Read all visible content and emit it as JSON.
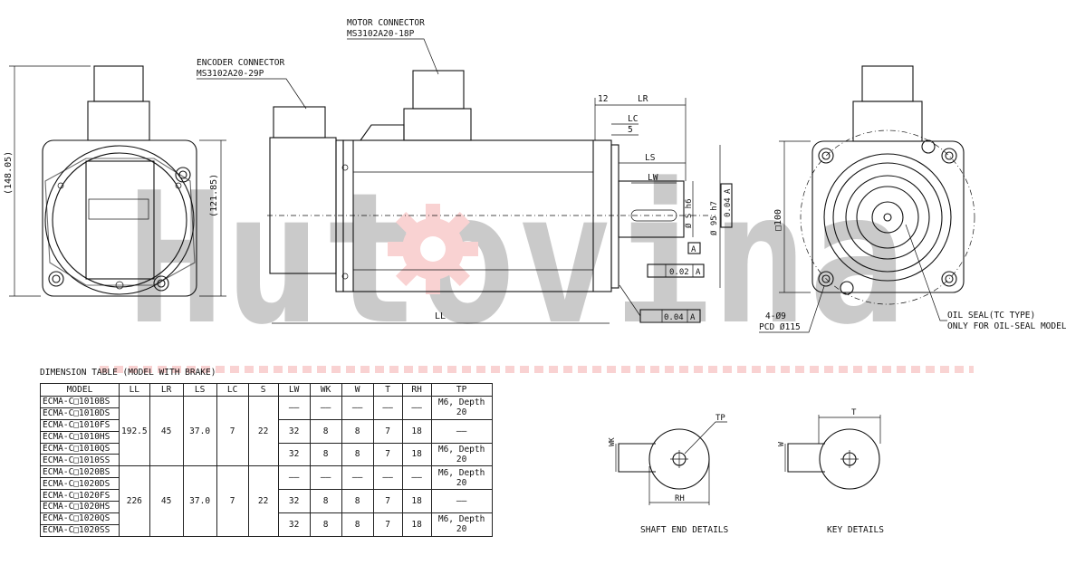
{
  "watermark": {
    "text": "Hutovina",
    "color": "#3346d6",
    "gear_color": "#e53935",
    "dash_color": "#e53935"
  },
  "labels": {
    "motor_connector": "MOTOR CONNECTOR",
    "motor_connector_model": "MS3102A20-18P",
    "encoder_connector": "ENCODER CONNECTOR",
    "encoder_connector_model": "MS3102A20-29P",
    "dim_total_height": "(148.05)",
    "dim_mount_height": "(121.85)",
    "dim_12": "12",
    "dim_lr": "LR",
    "dim_lc": "LC",
    "dim_5": "5",
    "dim_ls": "LS",
    "dim_lw": "LW",
    "dim_shaft": "Ø S h6",
    "dim_pilot": "Ø 95 h7",
    "tol_runout": "0.04",
    "datum_a": "A",
    "tol_flat": "0.02",
    "tol_perp": "0.04",
    "dim_ll": "LL",
    "dim_square": "□100",
    "holes": "4-Ø9",
    "pcd": "PCD Ø115",
    "oil_seal": "OIL SEAL(TC TYPE)",
    "oil_seal_note": "ONLY FOR OIL-SEAL MODEL",
    "wk": "WK",
    "w_label": "W",
    "tp": "TP",
    "rh": "RH",
    "t": "T",
    "shaft_end_details": "SHAFT END DETAILS",
    "key_details": "KEY DETAILS"
  },
  "table": {
    "title": "DIMENSION TABLE (MODEL WITH BRAKE)",
    "headers": [
      "MODEL",
      "LL",
      "LR",
      "LS",
      "LC",
      "S",
      "LW",
      "WK",
      "W",
      "T",
      "RH",
      "TP"
    ],
    "models": [
      "ECMA-C□1010BS",
      "ECMA-C□1010DS",
      "ECMA-C□1010FS",
      "ECMA-C□1010HS",
      "ECMA-C□1010QS",
      "ECMA-C□1010SS",
      "ECMA-C□1020BS",
      "ECMA-C□1020DS",
      "ECMA-C□1020FS",
      "ECMA-C□1020HS",
      "ECMA-C□1020QS",
      "ECMA-C□1020SS"
    ],
    "group1": {
      "ll": "192.5",
      "lr": "45",
      "ls": "37.0",
      "lc": "7",
      "s": "22"
    },
    "group2": {
      "ll": "226",
      "lr": "45",
      "ls": "37.0",
      "lc": "7",
      "s": "22"
    },
    "dash": "——",
    "keyed": {
      "lw": "32",
      "wk": "8",
      "w": "8",
      "t": "7",
      "rh": "18"
    },
    "tp_m6": "M6, Depth 20"
  }
}
